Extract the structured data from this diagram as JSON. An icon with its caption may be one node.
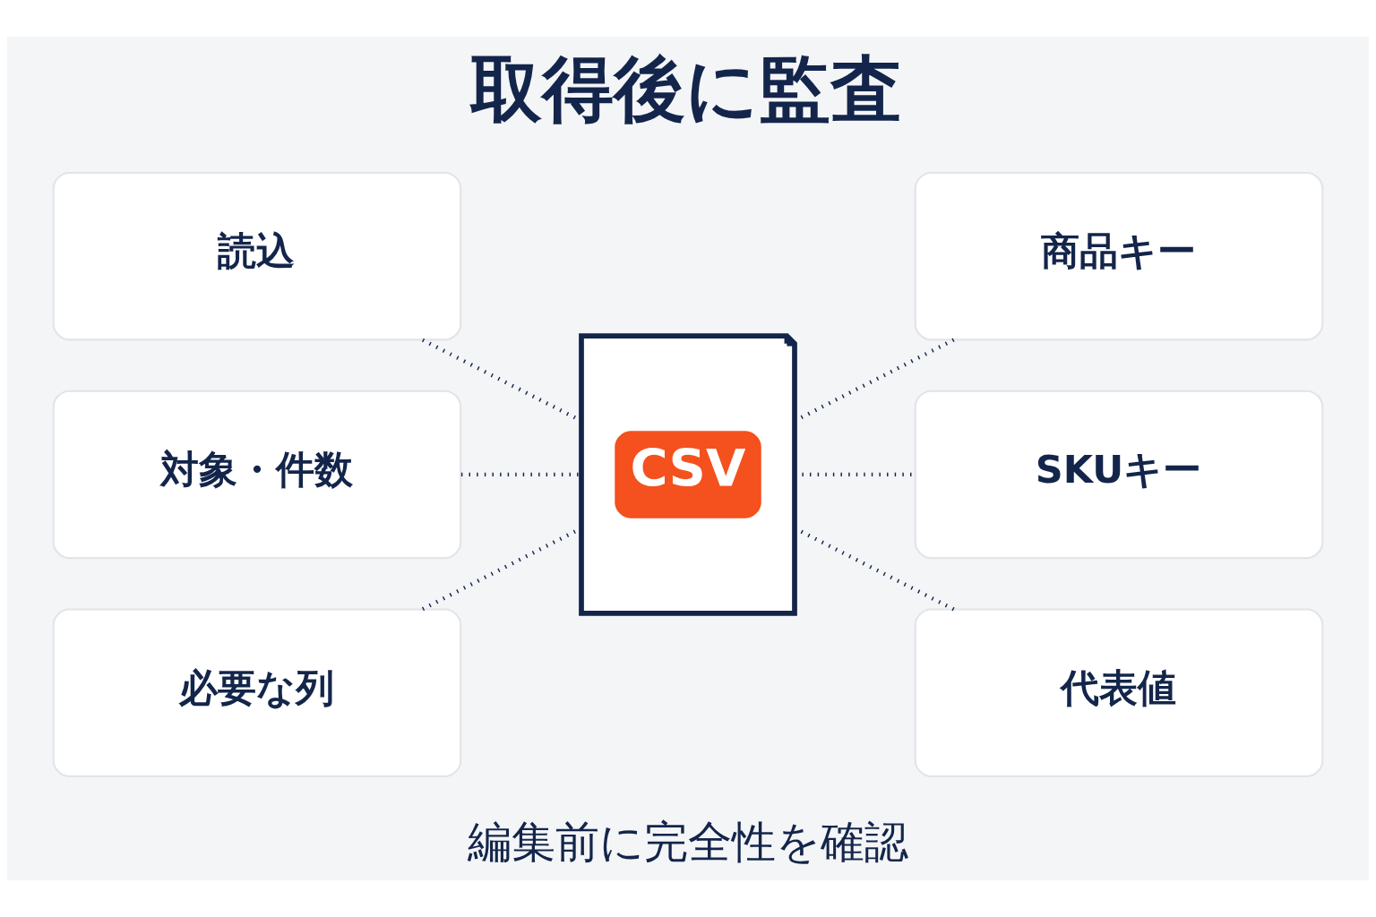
{
  "diagram": {
    "title": "取得後に監査",
    "caption": "編集前に完全性を確認",
    "nodes": [
      {
        "text": [
          "読込"
        ]
      },
      {
        "text": [
          "対象・件数"
        ]
      },
      {
        "text": [
          "必要な列"
        ]
      },
      {
        "text": [
          "CSV"
        ]
      },
      {
        "text": [
          "商品キー"
        ]
      },
      {
        "text": [
          "SKUキー"
        ]
      },
      {
        "text": [
          "代表値"
        ]
      }
    ],
    "edges": [
      {
        "from": 0,
        "to": 3,
        "arrow": "none",
        "style": "dashed"
      },
      {
        "from": 1,
        "to": 3,
        "arrow": "none",
        "style": "dashed"
      },
      {
        "from": 2,
        "to": 3,
        "arrow": "none",
        "style": "dashed"
      },
      {
        "from": 3,
        "to": 4,
        "arrow": "none",
        "style": "dashed"
      },
      {
        "from": 3,
        "to": 5,
        "arrow": "none",
        "style": "dashed"
      },
      {
        "from": 3,
        "to": 6,
        "arrow": "none",
        "style": "dashed"
      }
    ]
  }
}
